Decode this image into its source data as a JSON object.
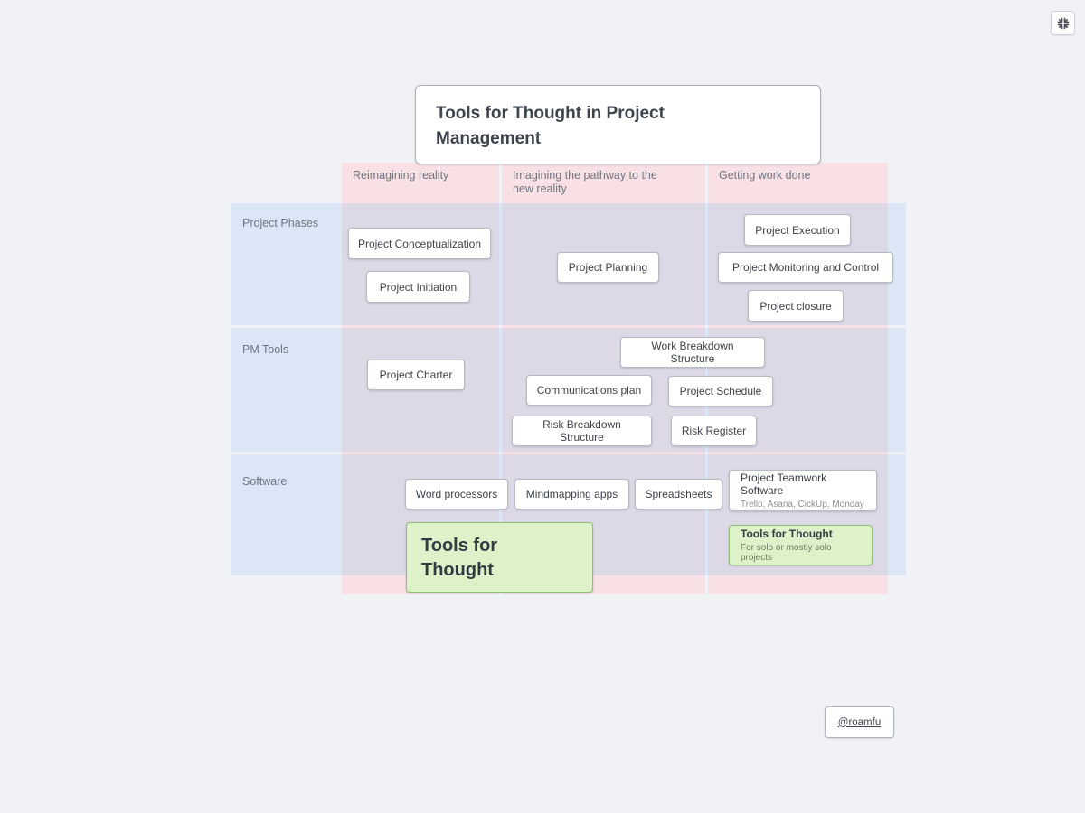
{
  "toolbar": {
    "fit_icon": "fit-to-screen"
  },
  "canvas": {
    "title": "Tools for Thought in Project Management",
    "attribution_link": "@roamfu"
  },
  "matrix": {
    "column_headers": [
      "Reimagining reality",
      "Imagining the pathway to the new reality",
      "Getting work done"
    ],
    "row_headers": [
      "Project Phases",
      "PM Tools",
      "Software"
    ],
    "colors": {
      "column_band": "#f8e0e5",
      "row_band": "#dbe7f6",
      "cell_overlap": "#ddd8e6",
      "highlight_card_bg": "#def2c9",
      "highlight_card_border": "#8fbf72",
      "page_background": "#f0f2f6"
    }
  },
  "cards": {
    "project_conceptualization": "Project Conceptualization",
    "project_initiation": "Project Initiation",
    "project_planning": "Project Planning",
    "project_execution": "Project Execution",
    "project_monitoring_and_control": "Project Monitoring and Control",
    "project_closure": "Project closure",
    "project_charter": "Project Charter",
    "work_breakdown_structure": "Work Breakdown Structure",
    "communications_plan": "Communications plan",
    "project_schedule": "Project Schedule",
    "risk_breakdown_structure": "Risk Breakdown Structure",
    "risk_register": "Risk Register",
    "word_processors": "Word processors",
    "mindmapping_apps": "Mindmapping apps",
    "spreadsheets": "Spreadsheets",
    "project_teamwork_software": {
      "title": "Project Teamwork Software",
      "subtitle": "Trello, Asana, CickUp, Monday"
    },
    "tools_for_thought_main": {
      "title": "Tools for Thought"
    },
    "tools_for_thought_solo": {
      "title": "Tools for Thought",
      "subtitle": "For solo or mostly solo projects"
    }
  }
}
